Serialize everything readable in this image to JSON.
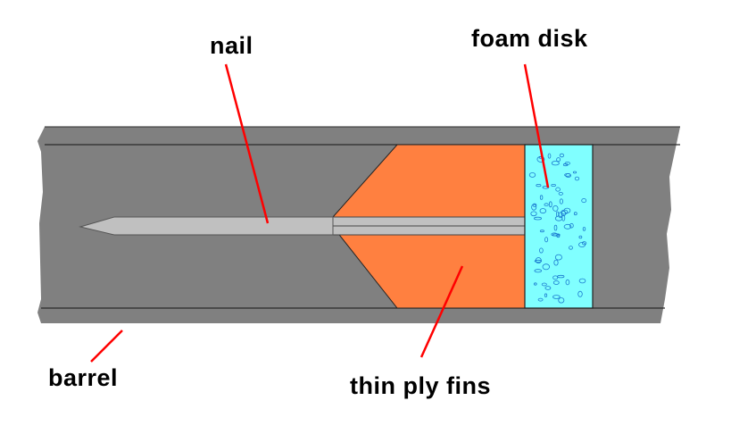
{
  "labels": {
    "nail": "nail",
    "foam_disk": "foam disk",
    "thin_ply_fins": "thin ply fins",
    "barrel": "barrel"
  },
  "colors": {
    "barrel": "#808080",
    "barrel_line": "#2a2a2a",
    "fins": "#ff8040",
    "foam": "#80ffff",
    "bubble": "#1a7ad0",
    "nail": "#c0c0c0",
    "leader": "#ff0000",
    "text": "#000000"
  }
}
